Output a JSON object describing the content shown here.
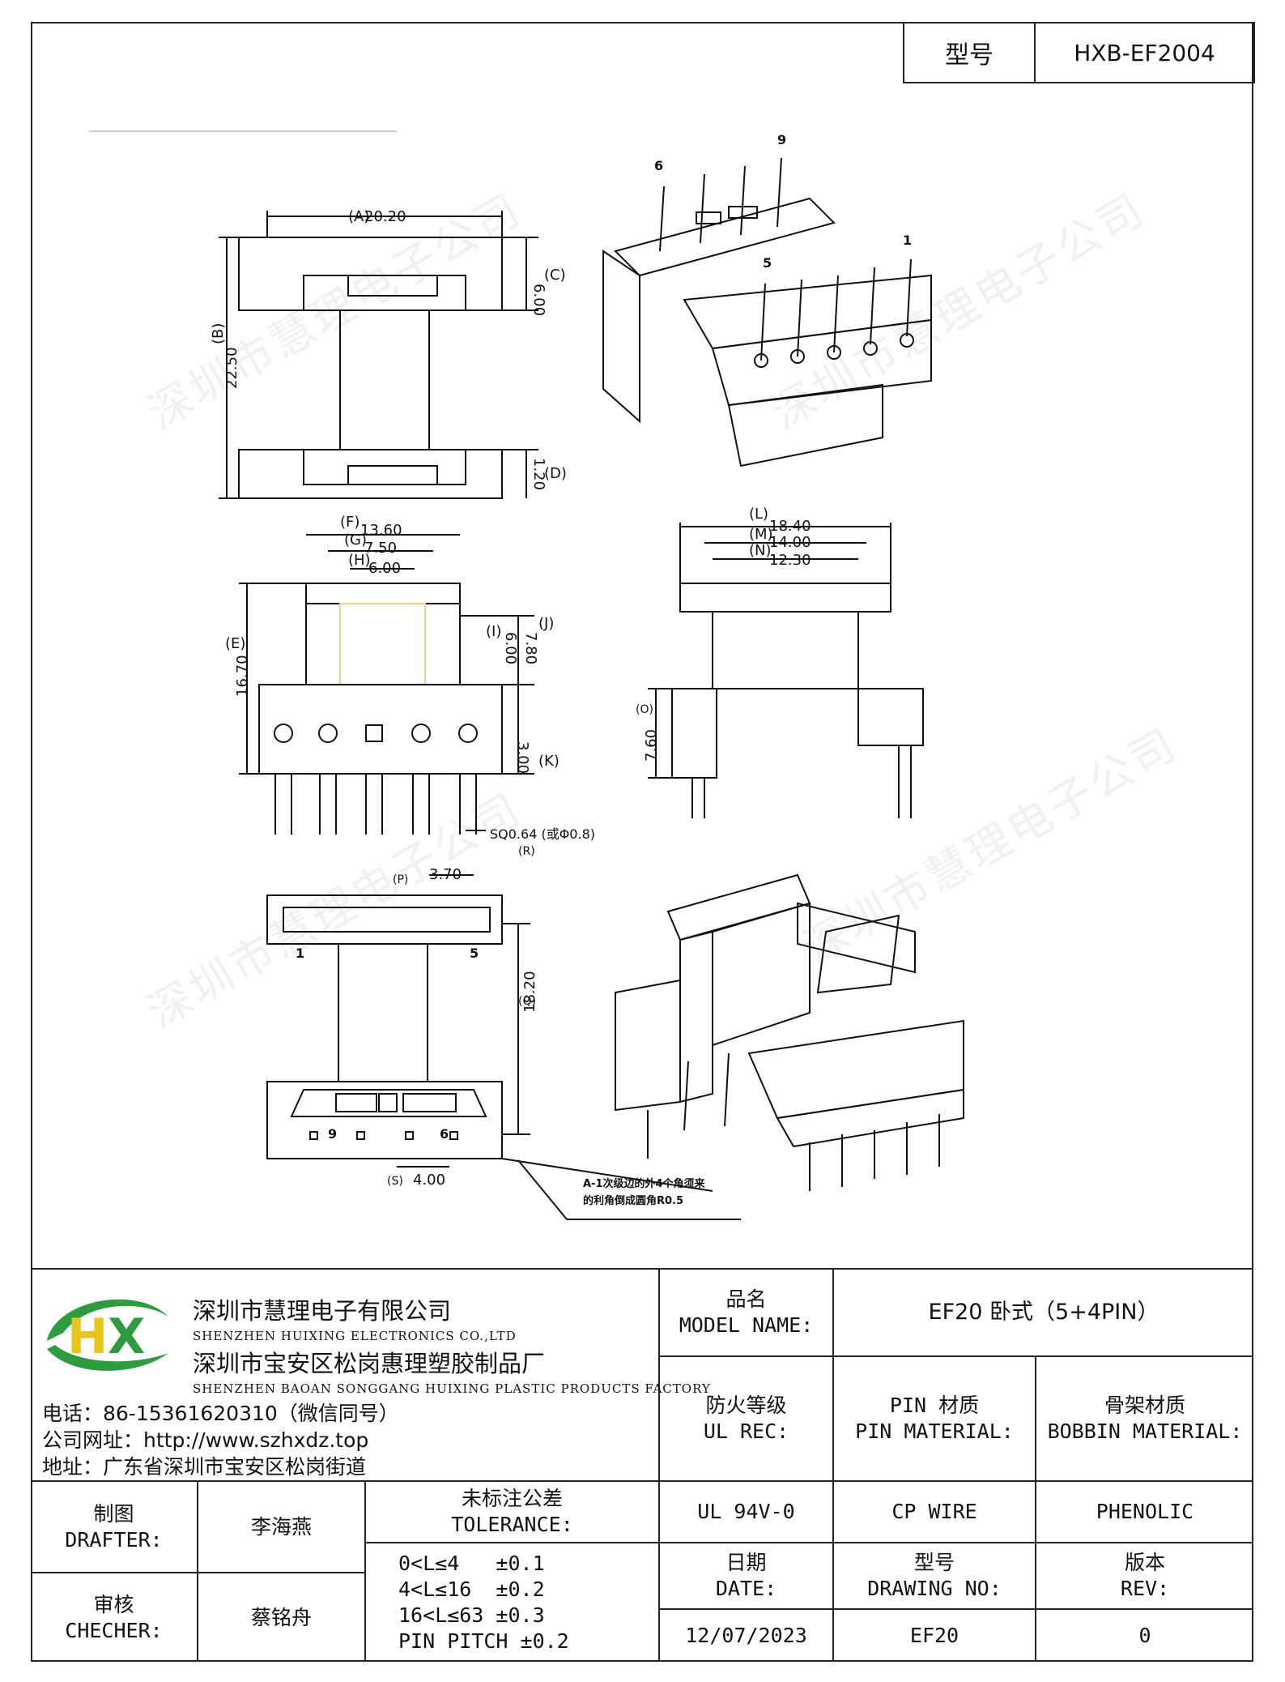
{
  "header": {
    "label": "型号",
    "value": "HXB-EF2004"
  },
  "dims": {
    "A": "(A)",
    "A_val": "20.20",
    "B": "(B)",
    "B_val": "22.50",
    "C": "(C)",
    "C_val": "6.00",
    "D": "(D)",
    "D_val": "1.20",
    "F": "(F)",
    "F_val": "13.60",
    "G": "(G)",
    "G_val": "7.50",
    "H": "(H)",
    "H_val": "6.00",
    "E": "(E)",
    "E_val": "16.70",
    "I": "(I)",
    "I_val": "6.00",
    "J": "(J)",
    "J_val": "7.80",
    "K": "(K)",
    "K_val": "3.00",
    "R_note": "SQ0.64 (或Φ0.8)",
    "R": "(R)",
    "L": "(L)",
    "L_val": "18.40",
    "M": "(M)",
    "M_val": "14.00",
    "N": "(N)",
    "N_val": "12.30",
    "O": "(O)",
    "O_val": "7.60",
    "P": "(P)",
    "P_val": "3.70",
    "Q": "(Q)",
    "Q_val": "18.20",
    "S": "(S)",
    "S_val": "4.00"
  },
  "pin_labels": {
    "p1": "1",
    "p5": "5",
    "p6": "6",
    "p9": "9"
  },
  "note": {
    "line1": "A-1次级边的外4个角须来",
    "line2": "的利角倒成圆角R0.5"
  },
  "watermark": "深圳市慧理电子公司",
  "company": {
    "name_cn": "深圳市慧理电子有限公司",
    "name_en": "SHENZHEN HUIXING ELECTRONICS CO.,LTD",
    "factory_cn": "深圳市宝安区松岗惠理塑胶制品厂",
    "factory_en": "SHENZHEN BAOAN SONGGANG HUIXING PLASTIC PRODUCTS FACTORY",
    "phone": "电话：86-15361620310（微信同号）",
    "web": "公司网址：http://www.szhxdz.top",
    "addr": "地址：广东省深圳市宝安区松岗街道",
    "logo_h": "H",
    "logo_x": "X",
    "colors": {
      "green": "#2e9b3e",
      "yellow": "#e8c51c"
    }
  },
  "titleblock": {
    "model_name_cn": "品名",
    "model_name_en": "MODEL NAME:",
    "model_name_val": "EF20 卧式（5+4PIN）",
    "ul_cn": "防火等级",
    "ul_en": "UL REC:",
    "pin_cn": "PIN 材质",
    "pin_en": "PIN MATERIAL:",
    "bobbin_cn": "骨架材质",
    "bobbin_en": "BOBBIN MATERIAL:",
    "ul_val": "UL 94V-0",
    "pin_val": "CP WIRE",
    "bobbin_val": "PHENOLIC",
    "drafter_cn": "制图",
    "drafter_en": "DRAFTER:",
    "drafter_val": "李海燕",
    "checker_cn": "审核",
    "checker_en": "CHECHER:",
    "checker_val": "蔡铭舟",
    "tol_cn": "未标注公差",
    "tol_en": "TOLERANCE:",
    "tol_1": "0<L≤4   ±0.1",
    "tol_2": "4<L≤16  ±0.2",
    "tol_3": "16<L≤63 ±0.3",
    "tol_4": "PIN PITCH ±0.2",
    "date_cn": "日期",
    "date_en": "DATE:",
    "date_val": "12/07/2023",
    "dwg_cn": "型号",
    "dwg_en": "DRAWING NO:",
    "dwg_val": "EF20",
    "rev_cn": "版本",
    "rev_en": "REV:",
    "rev_val": "0"
  }
}
